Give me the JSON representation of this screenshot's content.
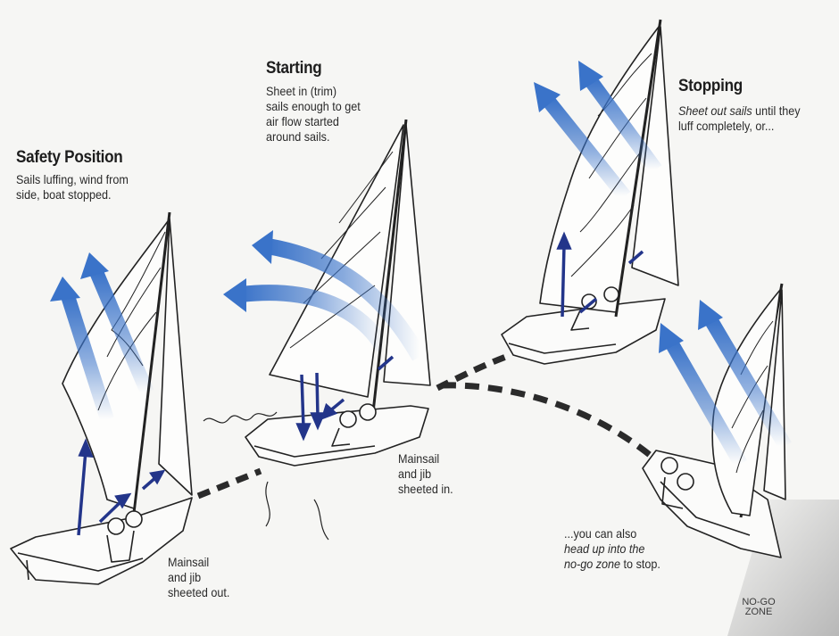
{
  "safety": {
    "title": "Safety Position",
    "desc_lines": [
      "Sails luffing, wind from",
      "side, boat stopped."
    ],
    "sheet_note_lines": [
      "Mainsail",
      "and jib",
      "sheeted out."
    ]
  },
  "starting": {
    "title": "Starting",
    "desc_lines": [
      "Sheet in (trim)",
      "sails enough to get",
      "air flow started",
      "around sails."
    ],
    "sheet_note_lines": [
      "Mainsail",
      "and jib",
      "sheeted in."
    ]
  },
  "stopping": {
    "title": "Stopping",
    "desc_italic": "Sheet out sails",
    "desc_rest_1": " until they",
    "desc_line_2": "luff completely, or..."
  },
  "head_up": {
    "line_1": "...you can also",
    "line_2_italic": "head up into the",
    "line_3_italic": "no-go zone",
    "line_3_rest": " to stop."
  },
  "no_go_zone": {
    "line_1": "NO-GO",
    "line_2": "ZONE"
  },
  "colors": {
    "wind_arrow": "#3a73c9",
    "sheet_arrow": "#23358a",
    "path_dash": "#2b2b2b",
    "no_go_shade": "#bdbdbd"
  }
}
